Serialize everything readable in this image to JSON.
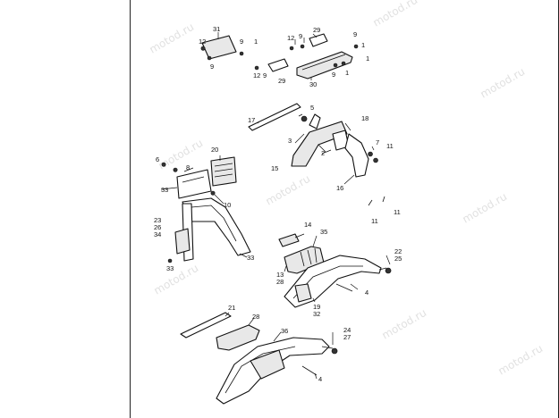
{
  "watermark": "motod.ru",
  "callouts": {
    "c1a": "1",
    "c1b": "1",
    "c1c": "1",
    "c2": "2",
    "c3": "3",
    "c4a": "4",
    "c4b": "4",
    "c5": "5",
    "c6": "6",
    "c7": "7",
    "c8": "8",
    "c9a": "9",
    "c9b": "9",
    "c9c": "9",
    "c9d": "9",
    "c9e": "9",
    "c9f": "9",
    "c10": "10",
    "c11a": "11",
    "c11b": "11",
    "c11c": "11",
    "c12a": "12",
    "c12b": "12",
    "c13": "13",
    "c14": "14",
    "c15": "15",
    "c16": "16",
    "c17": "17",
    "c18": "18",
    "c19": "19",
    "c20": "20",
    "c21": "21",
    "c22": "22",
    "c23": "23",
    "c24": "24",
    "c25": "25",
    "c26": "26",
    "c27": "27",
    "c28a": "28",
    "c28b": "28",
    "c29a": "29",
    "c29b": "29",
    "c30": "30",
    "c31": "31",
    "c32": "32",
    "c33a": "33",
    "c33b": "33",
    "c33c": "33",
    "c34": "34",
    "c35": "35",
    "c36": "36"
  }
}
